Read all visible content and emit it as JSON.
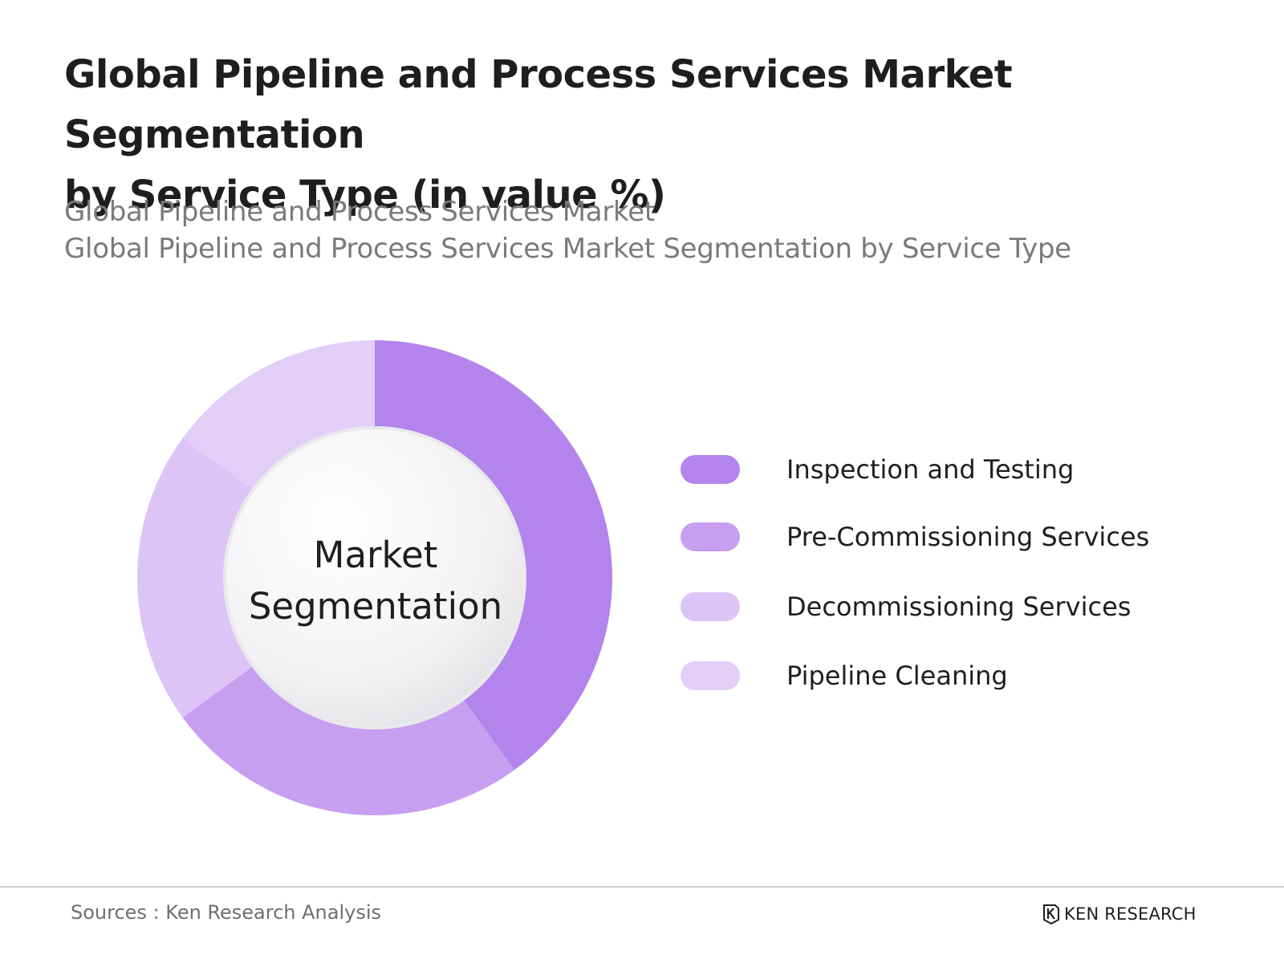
{
  "header": {
    "title_line1": "Global Pipeline and Process Services Market Segmentation",
    "title_line2": "by Service Type (in value %)",
    "subtitle_line1": "Global Pipeline and Process Services Market",
    "subtitle_line2": "Global Pipeline and Process Services Market Segmentation by Service Type"
  },
  "chart_data": {
    "type": "pie",
    "donut": true,
    "center_label_line1": "Market",
    "center_label_line2": "Segmentation",
    "categories": [
      "Inspection and Testing",
      "Pre-Commissioning Services",
      "Decommissioning Services",
      "Pipeline Cleaning"
    ],
    "values": [
      40,
      25,
      20,
      15
    ],
    "colors": [
      "#b384ec",
      "#c79ff0",
      "#ddc3f6",
      "#e3cef8"
    ],
    "legend_position": "right"
  },
  "footer": {
    "source": "Sources : Ken Research Analysis",
    "brand": "KEN RESEARCH",
    "brand_logo_icon": "ken-research-logo-icon"
  }
}
